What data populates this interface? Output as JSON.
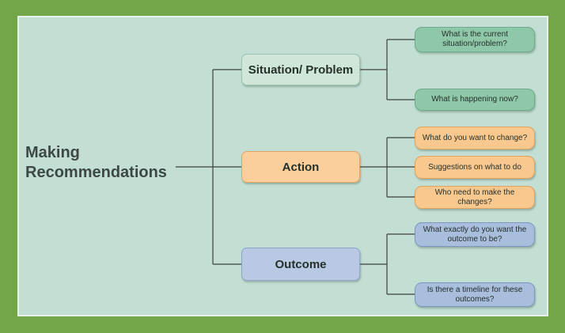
{
  "root": {
    "line1": "Making",
    "line2": "Recommendations"
  },
  "branches": {
    "situation": {
      "label": "Situation/ Problem",
      "questions": [
        "What is the current situation/problem?",
        "What is happening now?"
      ]
    },
    "action": {
      "label": "Action",
      "questions": [
        "What do you want to change?",
        "Suggestions on what to do",
        "Who need to make the changes?"
      ]
    },
    "outcome": {
      "label": "Outcome",
      "questions": [
        "What exactly do you want the outcome to be?",
        "Is there a timeline for these outcomes?"
      ]
    }
  },
  "colors": {
    "frame": "#72a648",
    "panel": "#c3dfd4",
    "situation": "#8fc8a9",
    "action": "#f9c88e",
    "outcome": "#a9bddc",
    "connector": "#3b423e"
  }
}
